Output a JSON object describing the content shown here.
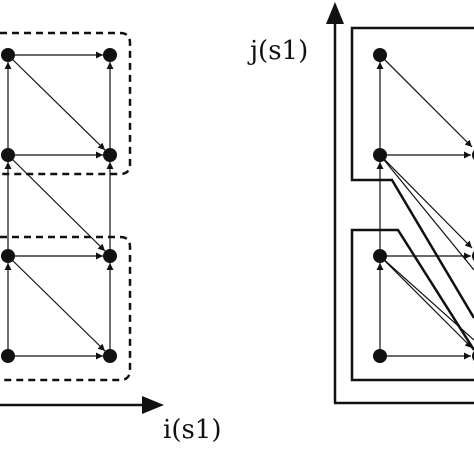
{
  "labels": {
    "x_axis": "i(s1)",
    "y_axis": "j(s1)"
  },
  "colors": {
    "ink": "#111111",
    "background": "#ffffff"
  },
  "icons": {
    "node": "filled-circle",
    "edge": "arrow",
    "group_left": "dashed-rounded-box",
    "group_right": "solid-polygon-outline"
  }
}
